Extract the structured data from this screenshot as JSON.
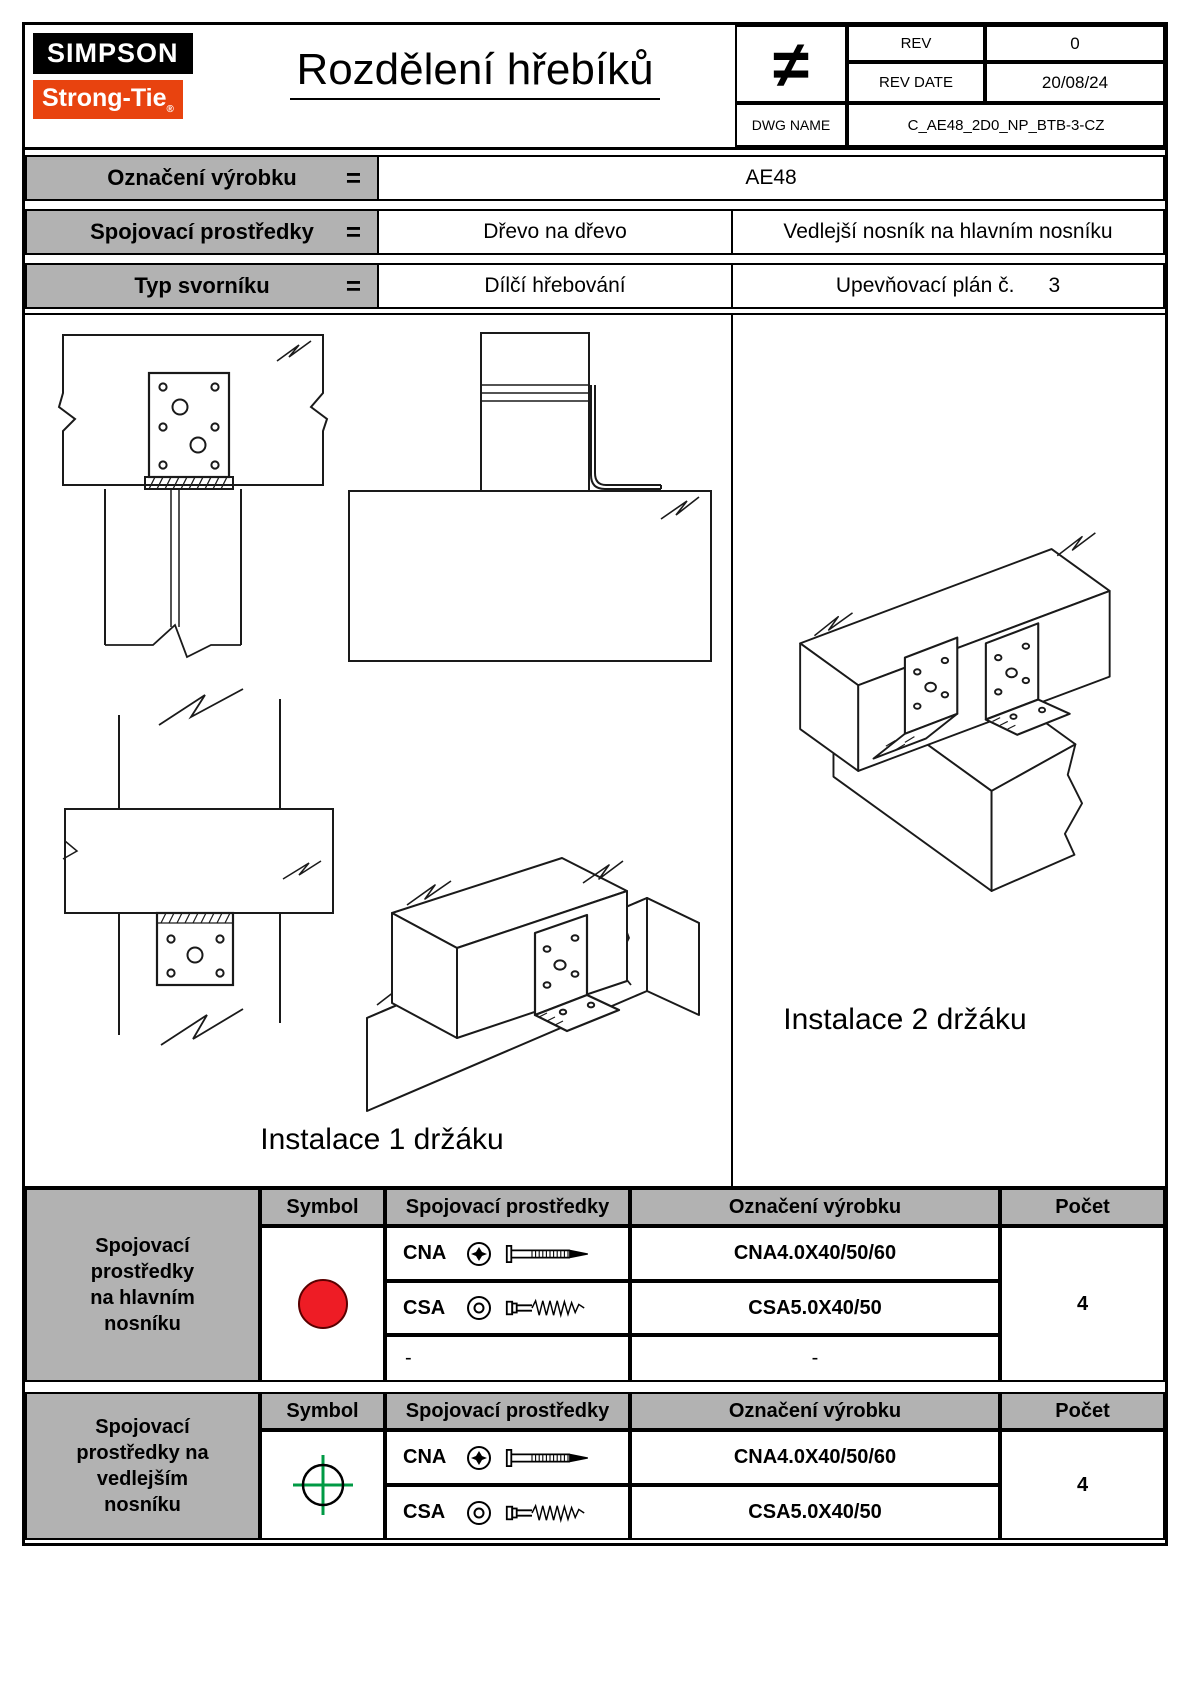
{
  "header": {
    "logo": {
      "line1": "SIMPSON",
      "line2": "Strong-Tie",
      "registered": "®"
    },
    "title": "Rozdělení hřebíků",
    "not_equal_symbol": "≠",
    "rev": {
      "label": "REV",
      "value": "0"
    },
    "rev_date": {
      "label": "REV DATE",
      "value": "20/08/24"
    },
    "dwg_name": {
      "label": "DWG NAME",
      "value": "C_AE48_2D0_NP_BTB-3-CZ"
    }
  },
  "info": {
    "equals": "=",
    "rows": [
      {
        "label": "Označení výrobku",
        "values": [
          "AE48"
        ]
      },
      {
        "label": "Spojovací prostředky",
        "values": [
          "Dřevo na dřevo",
          "Vedlejší nosník na hlavním nosníku"
        ]
      },
      {
        "label": "Typ svorníku",
        "values": [
          "Dílčí hřebování"
        ],
        "plan": {
          "label": "Upevňovací plán č.",
          "number": "3"
        }
      }
    ]
  },
  "drawings": {
    "caption_install_1": "Instalace 1 držáku",
    "caption_install_2": "Instalace 2 držáku"
  },
  "fastener_tables": [
    {
      "row_header": "Spojovací\nprostředky\nna hlavním\nnosníku",
      "columns": [
        "Symbol",
        "Spojovací prostředky",
        "Označení výrobku",
        "Počet"
      ],
      "symbol": "red-filled-circle",
      "symbol_color": "#ee1c25",
      "rows": [
        {
          "code": "CNA",
          "icon": "nail-head-icon",
          "product": "CNA4.0X40/50/60"
        },
        {
          "code": "CSA",
          "icon": "screw-head-icon",
          "product": "CSA5.0X40/50"
        },
        {
          "code": "-",
          "icon": "",
          "product": "-"
        }
      ],
      "count": "4"
    },
    {
      "row_header": "Spojovací\nprostředky na\nvedlejším\nnosníku",
      "columns": [
        "Symbol",
        "Spojovací prostředky",
        "Označení výrobku",
        "Počet"
      ],
      "symbol": "green-crosshair-circle",
      "symbol_color": "#009a44",
      "rows": [
        {
          "code": "CNA",
          "icon": "nail-head-icon",
          "product": "CNA4.0X40/50/60"
        },
        {
          "code": "CSA",
          "icon": "screw-head-icon",
          "product": "CSA5.0X40/50"
        }
      ],
      "count": "4"
    }
  ],
  "colors": {
    "header_gray": "#b2b2b2",
    "logo_red": "#e8430f",
    "symbol_red": "#ee1c25",
    "crosshair_green": "#009a44"
  }
}
